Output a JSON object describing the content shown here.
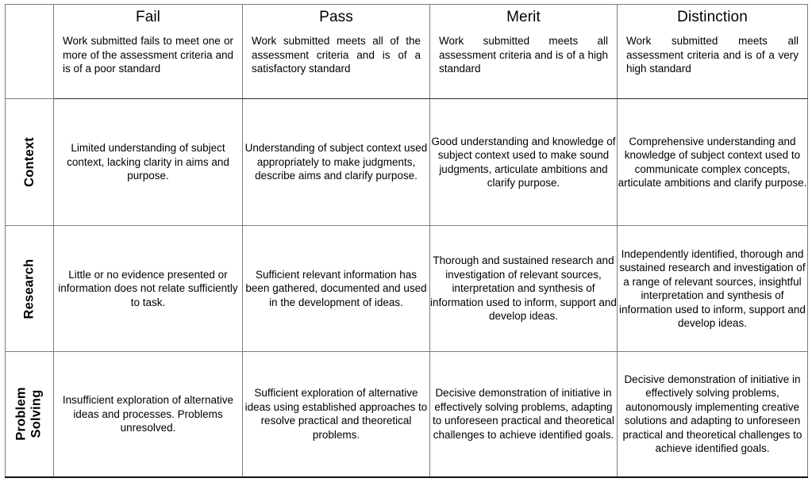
{
  "document": {
    "type": "assessment-grading-rubric",
    "label_column_color": "#c9fdff",
    "border_color": "#7d7d7d",
    "inner_rule_color": "#2b2b2b"
  },
  "columns": [
    {
      "key": "fail",
      "title": "Fail",
      "description": "Work submitted fails to meet one or more of the assessment criteria and is of a poor standard"
    },
    {
      "key": "pass",
      "title": "Pass",
      "description": "Work submitted meets all of the assessment criteria and is of a satisfactory standard"
    },
    {
      "key": "merit",
      "title": "Merit",
      "description": "Work submitted meets all assessment criteria and is of a high standard"
    },
    {
      "key": "distinction",
      "title": "Distinction",
      "description": "Work submitted meets all assessment criteria and is of a very high standard"
    }
  ],
  "rows": [
    {
      "key": "context",
      "label": "Context",
      "cells": {
        "fail": "Limited understanding of subject context, lacking clarity in aims and purpose.",
        "pass": "Understanding of subject context used appropriately to make judgments, describe aims and clarify purpose.",
        "merit": "Good understanding and knowledge of subject context used to make sound judgments, articulate ambitions and clarify purpose.",
        "distinction": "Comprehensive understanding and knowledge of subject context used to communicate complex concepts, articulate ambitions and clarify purpose."
      }
    },
    {
      "key": "research",
      "label": "Research",
      "cells": {
        "fail": "Little or no evidence presented or information does not relate sufficiently to task.",
        "pass": "Sufficient relevant information has been gathered, documented and used in the development of ideas.",
        "merit": "Thorough and sustained research and investigation of relevant sources, interpretation and synthesis of information used to inform, support and develop ideas.",
        "distinction": "Independently identified, thorough and sustained research and investigation of a range of relevant sources, insightful interpretation and synthesis of information used to inform, support and develop ideas."
      }
    },
    {
      "key": "problem_solving",
      "label": "Problem\nSolving",
      "cells": {
        "fail": "Insufficient exploration of alternative ideas and processes. Problems unresolved.",
        "pass": "Sufficient exploration of alternative ideas using established approaches to resolve practical and theoretical problems.",
        "merit": "Decisive demonstration of initiative in effectively solving problems, adapting to unforeseen practical and theoretical challenges to achieve identified goals.",
        "distinction": "Decisive demonstration of initiative in effectively solving problems, autonomously implementing creative solutions and adapting to unforeseen practical and theoretical challenges to achieve identified goals."
      }
    }
  ]
}
